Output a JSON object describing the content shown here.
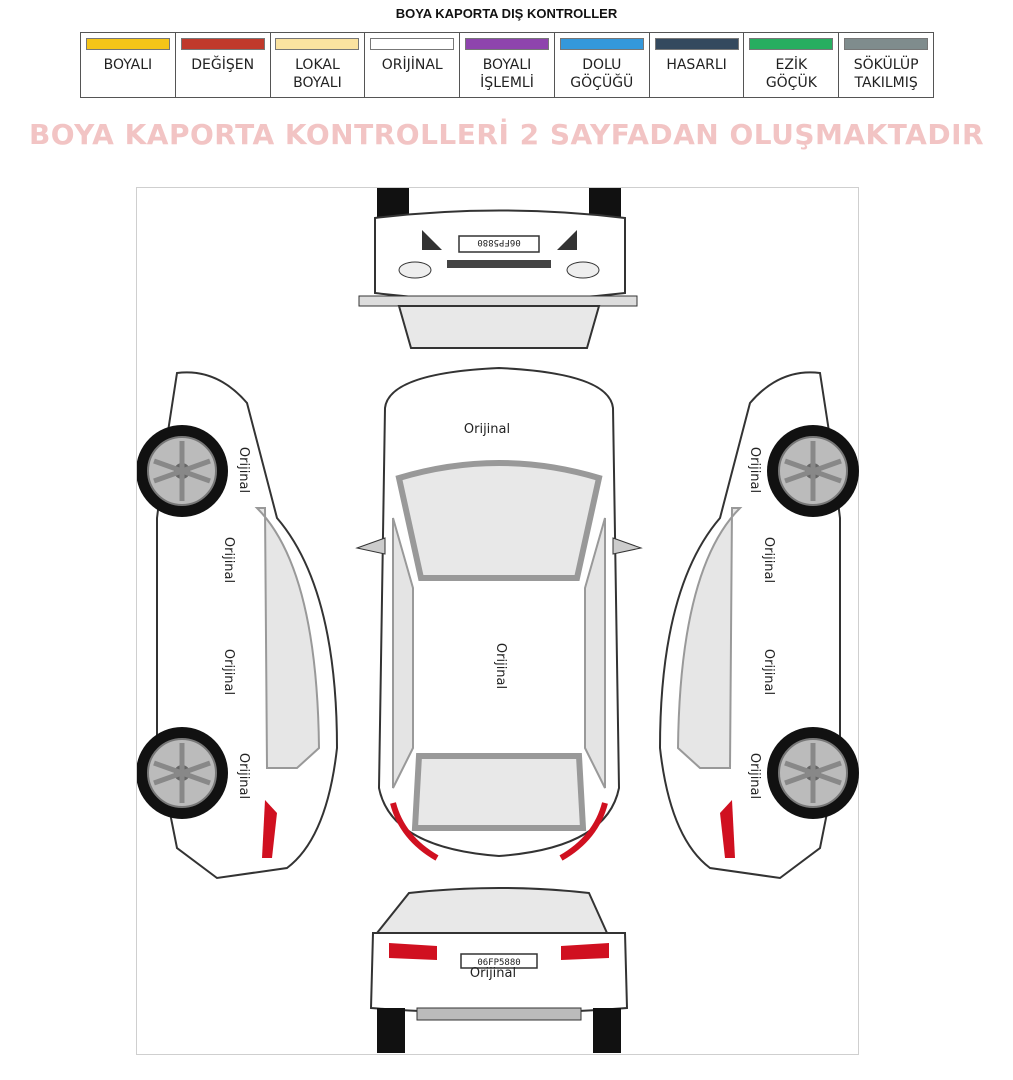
{
  "header": {
    "title": "BOYA KAPORTA DIŞ KONTROLLER"
  },
  "legend": [
    {
      "label": "BOYALI",
      "color": "#f5c518"
    },
    {
      "label": "DEĞİŞEN",
      "color": "#c0392b"
    },
    {
      "label": "LOKAL\nBOYALI",
      "color": "#fbe3a0"
    },
    {
      "label": "ORİJİNAL",
      "color": "#ffffff"
    },
    {
      "label": "BOYALI\nİŞLEMLİ",
      "color": "#8e44ad"
    },
    {
      "label": "DOLU\nGÖÇÜĞÜ",
      "color": "#3498db"
    },
    {
      "label": "HASARLI",
      "color": "#34495e"
    },
    {
      "label": "EZİK\nGÖÇÜK",
      "color": "#27ae60"
    },
    {
      "label": "SÖKÜLÜP\nTAKILMIŞ",
      "color": "#7f8c8d"
    }
  ],
  "banner": {
    "text": "BOYA KAPORTA KONTROLLERİ 2 SAYFADAN OLUŞMAKTADIR"
  },
  "diagram": {
    "front_plate": "06FP5880",
    "rear_plate": "06FP5880",
    "labels": {
      "hood": "Orijinal",
      "roof": "Orijinal",
      "rear_bumper": "Orijinal",
      "left_front_fender": "Orijinal",
      "left_front_door": "Orijinal",
      "left_rear_door": "Orijinal",
      "left_rear_fender": "Orijinal",
      "right_front_fender": "Orijinal",
      "right_front_door": "Orijinal",
      "right_rear_door": "Orijinal",
      "right_rear_fender": "Orijinal"
    }
  }
}
